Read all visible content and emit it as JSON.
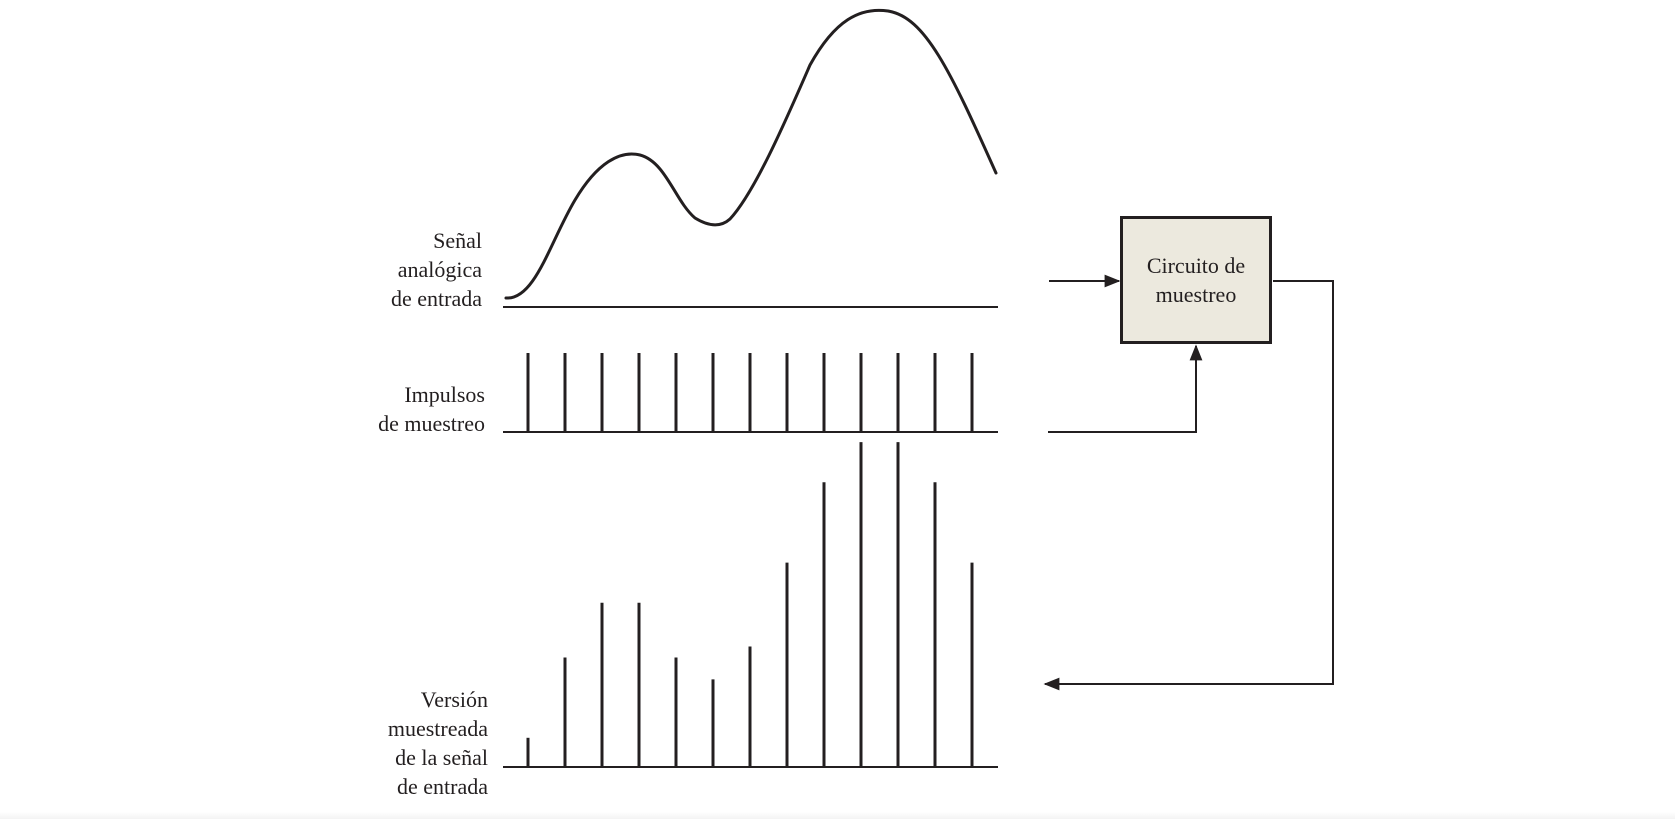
{
  "labels": {
    "input_signal": [
      "Señal",
      "analógica",
      "de entrada"
    ],
    "sampling_pulses": [
      "Impulsos",
      "de muestreo"
    ],
    "sampled_version": [
      "Versión",
      "muestreada",
      "de la señal",
      "de entrada"
    ]
  },
  "block": {
    "lines": [
      "Circuito de",
      "muestreo"
    ]
  },
  "colors": {
    "ink": "#231f20",
    "block_fill": "#ece9de"
  },
  "sampling": {
    "pulse_count": 13,
    "sample_heights": [
      0.08,
      0.3,
      0.45,
      0.45,
      0.3,
      0.24,
      0.33,
      0.56,
      0.78,
      0.89,
      0.89,
      0.78,
      0.56
    ]
  }
}
